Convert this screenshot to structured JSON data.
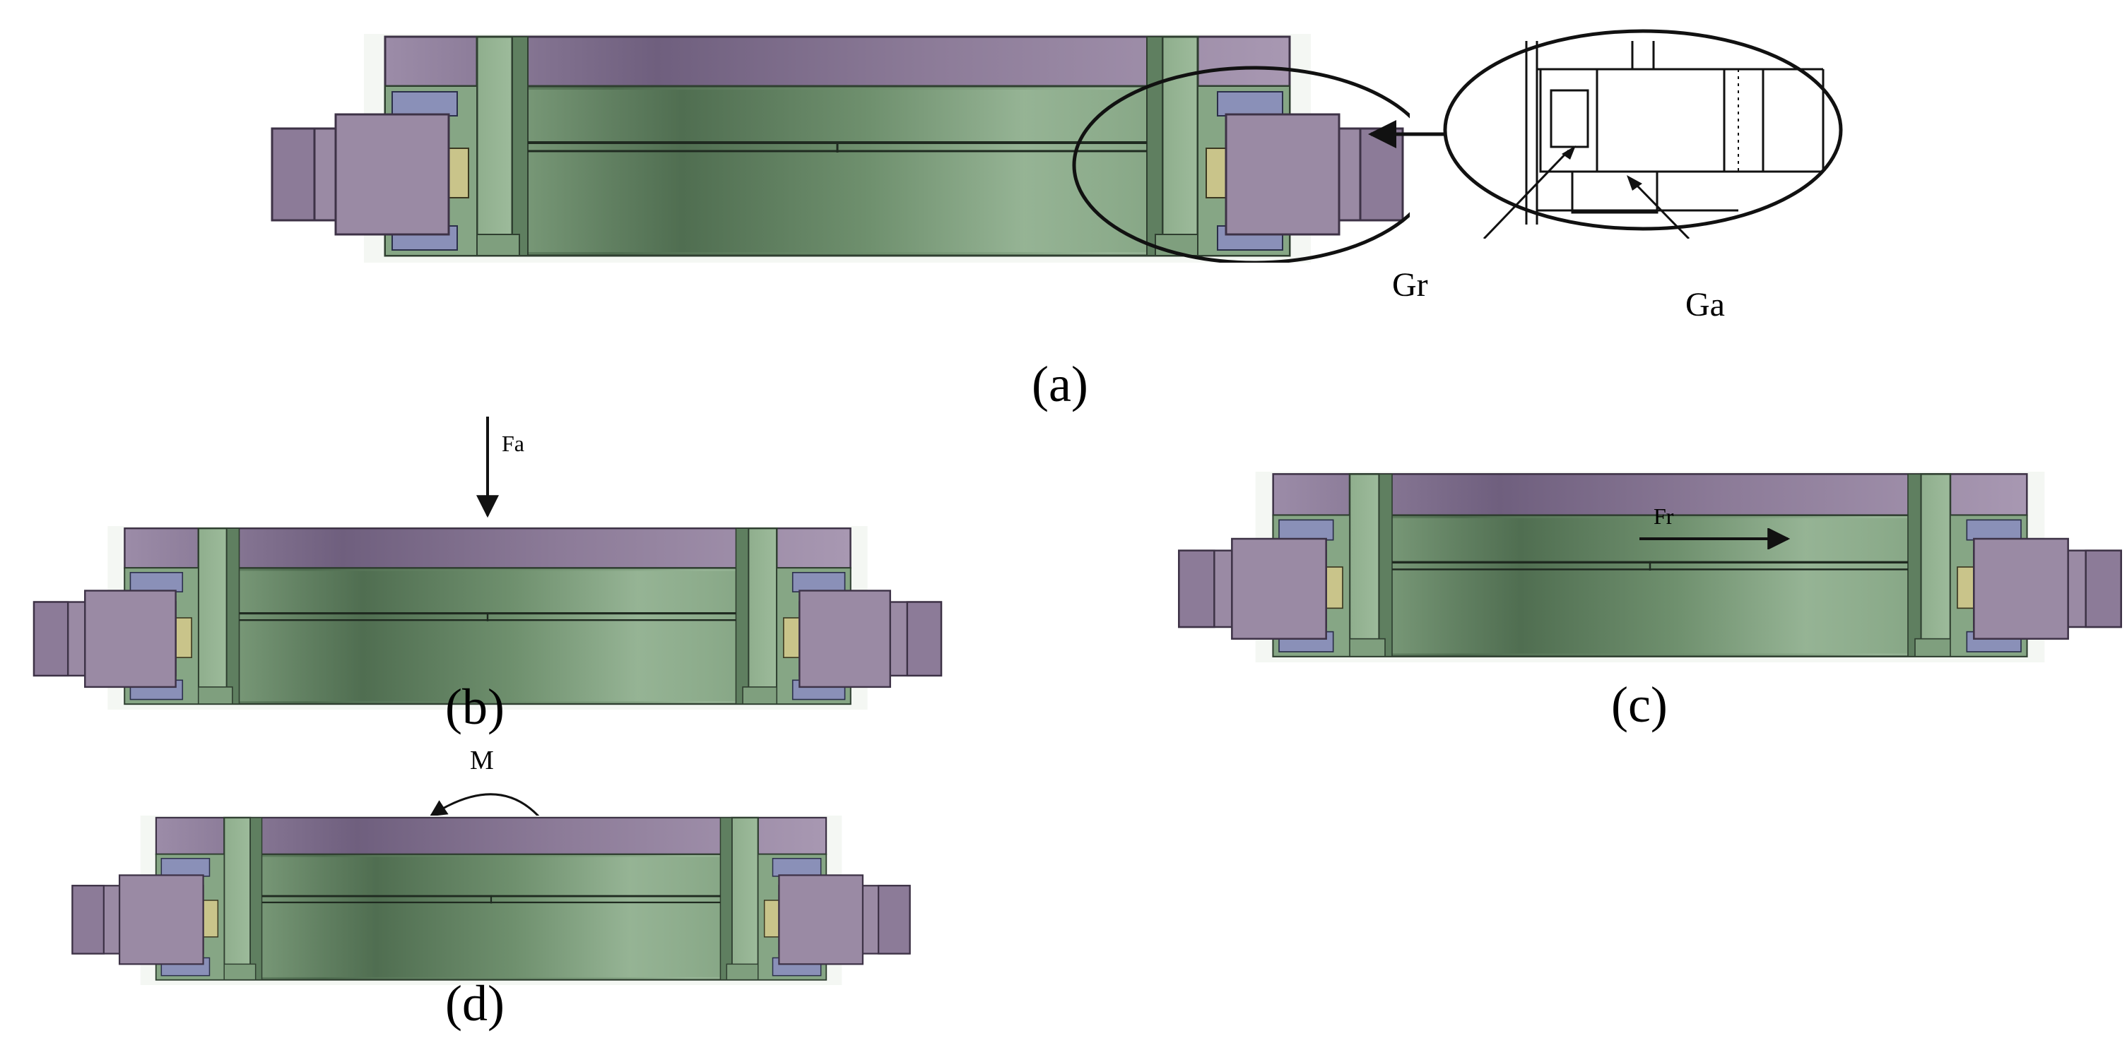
{
  "figure": {
    "panel_a": {
      "caption": "(a)",
      "inset": {
        "gap_radial_label": "Gr",
        "gap_axial_label": "Ga"
      }
    },
    "panel_b": {
      "caption": "(b)",
      "force_label": "Fa"
    },
    "panel_c": {
      "caption": "(c)",
      "force_label": "Fr"
    },
    "panel_d": {
      "caption": "(d)",
      "moment_label": "M"
    }
  },
  "colors": {
    "ring_purple": "#9a8aa4",
    "ring_purple_dark": "#6f5f7e",
    "body_green": "#85a684",
    "body_green_dark": "#4f6d50",
    "roller_blue": "#8a90b8",
    "roller_yellow": "#c9c48a",
    "line_black": "#1a1a1a"
  }
}
